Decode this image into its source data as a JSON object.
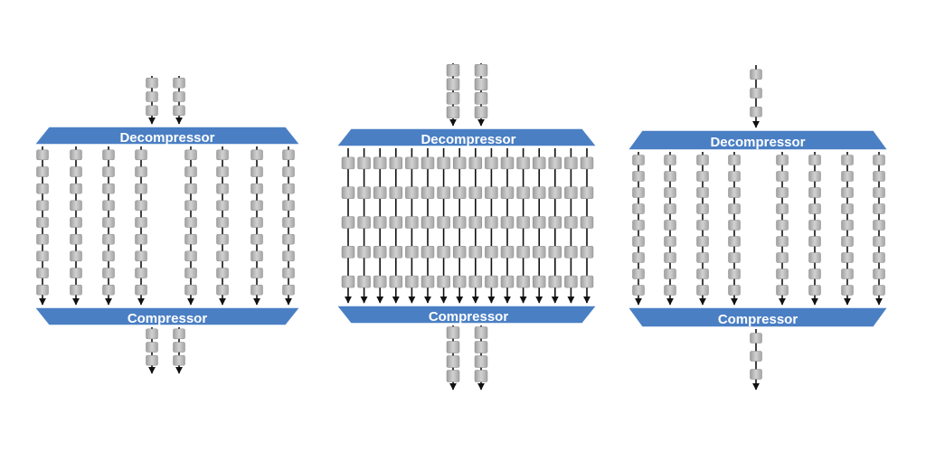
{
  "diagrams": [
    {
      "decompressor_label": "Decompressor",
      "compressor_label": "Compressor",
      "input_channels": 2,
      "output_channels": 2,
      "internal_chains": 8,
      "cells_per_chain": 9
    },
    {
      "decompressor_label": "Decompressor",
      "compressor_label": "Compressor",
      "input_channels": 2,
      "output_channels": 2,
      "internal_chains": 16,
      "cells_per_chain": 5
    },
    {
      "decompressor_label": "Decompressor",
      "compressor_label": "Compressor",
      "input_channels": 1,
      "output_channels": 1,
      "internal_chains": 8,
      "cells_per_chain": 9
    }
  ],
  "colors": {
    "bar": "#4a7fc4",
    "bar_edge": "#2f5f9e",
    "cell": "#b8b8b8",
    "arrow": "#111111"
  }
}
